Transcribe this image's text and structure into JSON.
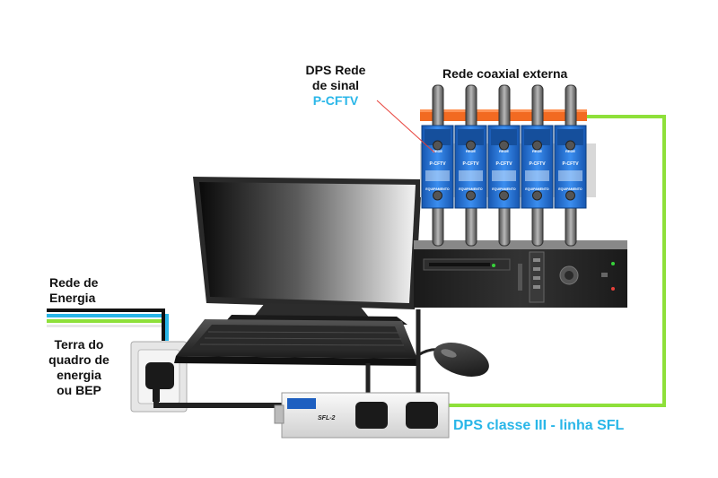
{
  "labels": {
    "dps_sinal_line1": "DPS Rede",
    "dps_sinal_line2": "de sinal",
    "dps_sinal_model": "P-CFTV",
    "coax": "Rede coaxial externa",
    "energia_line1": "Rede de",
    "energia_line2": "Energia",
    "terra_line1": "Terra do",
    "terra_line2": "quadro de energia",
    "terra_line3": "ou BEP",
    "classe": "DPS classe III - linha SFL"
  },
  "sfl": {
    "model": "SFL-2"
  },
  "module": {
    "top": "REDE",
    "model": "P-CFTV",
    "bottom": "EQUIPAMENTO"
  },
  "colors": {
    "label_accent": "#29b6e8",
    "ground_green": "#8ee03a",
    "module_blue": "#1f6fd0",
    "bus_orange": "#f26a21"
  }
}
